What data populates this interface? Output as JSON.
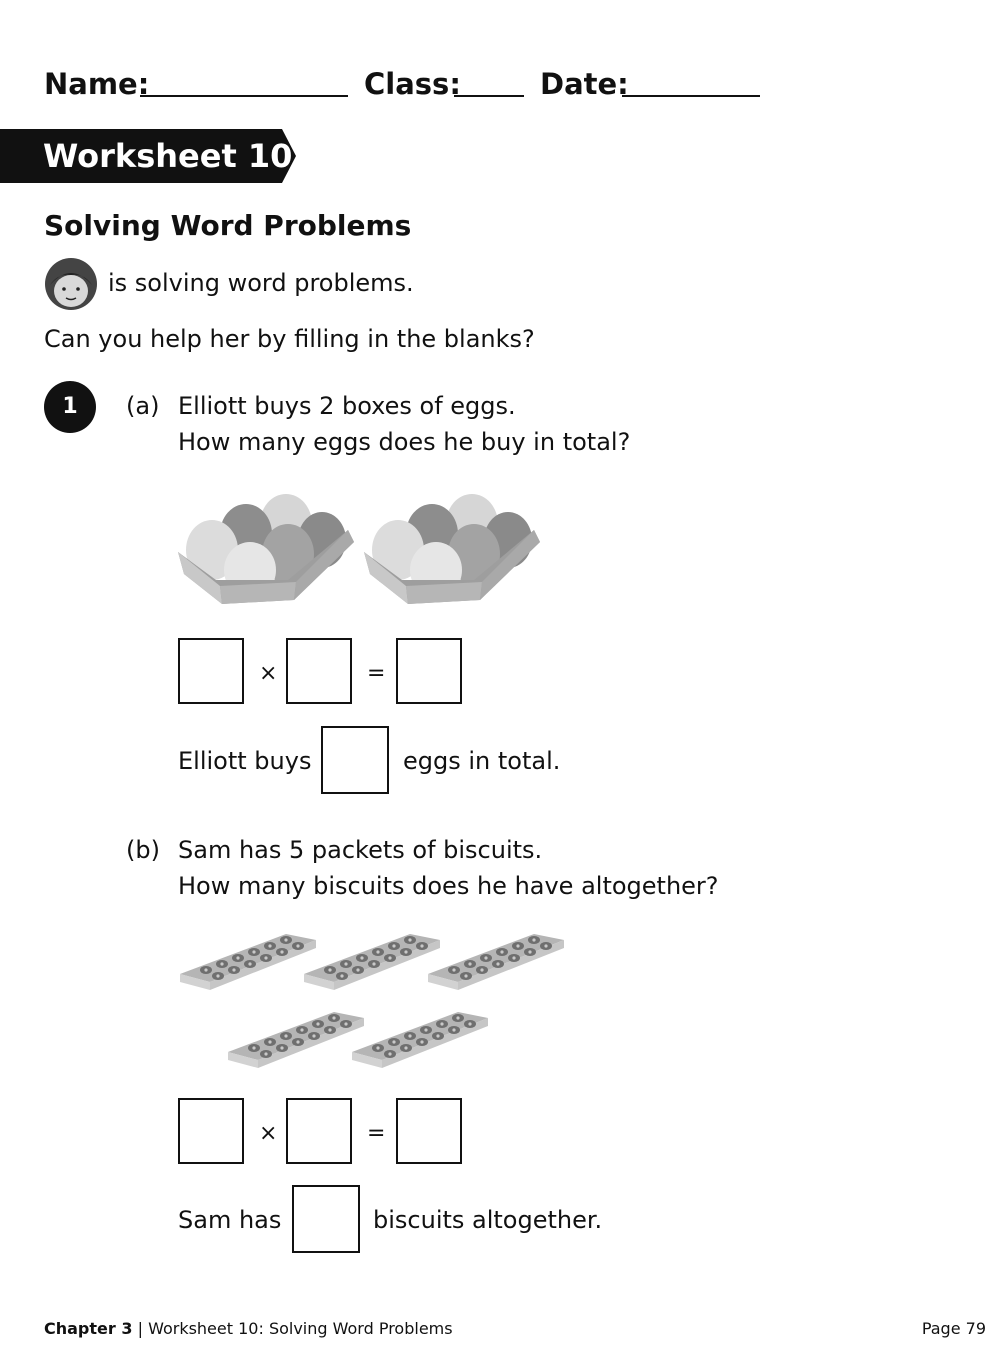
{
  "header": {
    "name_label": "Name:",
    "class_label": "Class:",
    "date_label": "Date:"
  },
  "banner": {
    "title": "Worksheet 10"
  },
  "subtitle": "Solving Word Problems",
  "intro": {
    "line1": "is solving word problems.",
    "line2": "Can you help her by filling in the blanks?"
  },
  "question": {
    "number": "1",
    "parts": [
      {
        "label": "(a)",
        "line1": "Elliott buys 2 boxes of eggs.",
        "line2": "How many eggs does he buy in total?",
        "times": "×",
        "equals": "=",
        "answer_before": "Elliott buys",
        "answer_after": "eggs in total."
      },
      {
        "label": "(b)",
        "line1": "Sam has 5 packets of biscuits.",
        "line2": "How many biscuits does he have altogether?",
        "times": "×",
        "equals": "=",
        "answer_before": "Sam has",
        "answer_after": "biscuits altogether."
      }
    ]
  },
  "footer": {
    "chapter": "Chapter 3",
    "separator": "|",
    "worksheet": "Worksheet 10: Solving Word Problems",
    "page": "Page 79"
  },
  "icons": {
    "avatar": "girl-avatar-icon",
    "egg_box": "egg-box-icon",
    "biscuit_packet": "biscuit-packet-icon"
  }
}
